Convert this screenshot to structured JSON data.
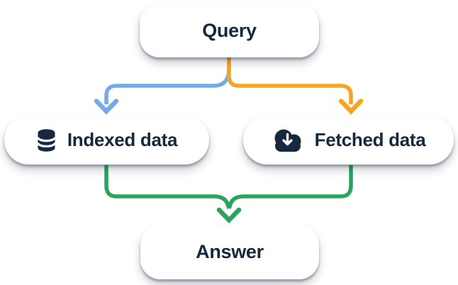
{
  "diagram": {
    "title": "query-routing-flowchart",
    "nodes": {
      "query": {
        "label": "Query"
      },
      "indexed": {
        "label": "Indexed data",
        "icon": "database-icon"
      },
      "fetched": {
        "label": "Fetched data",
        "icon": "cloud-download-icon"
      },
      "answer": {
        "label": "Answer"
      }
    },
    "edges": [
      {
        "from": "query",
        "to": "indexed",
        "color_name": "blue"
      },
      {
        "from": "query",
        "to": "fetched",
        "color_name": "orange"
      },
      {
        "from": "indexed",
        "to": "answer",
        "color_name": "green"
      },
      {
        "from": "fetched",
        "to": "answer",
        "color_name": "green"
      }
    ],
    "colors": {
      "text": "#16283E",
      "node_bg": "#FFFFFF",
      "blue": "#6FACE9",
      "orange": "#F7A520",
      "green": "#28A55C"
    }
  }
}
